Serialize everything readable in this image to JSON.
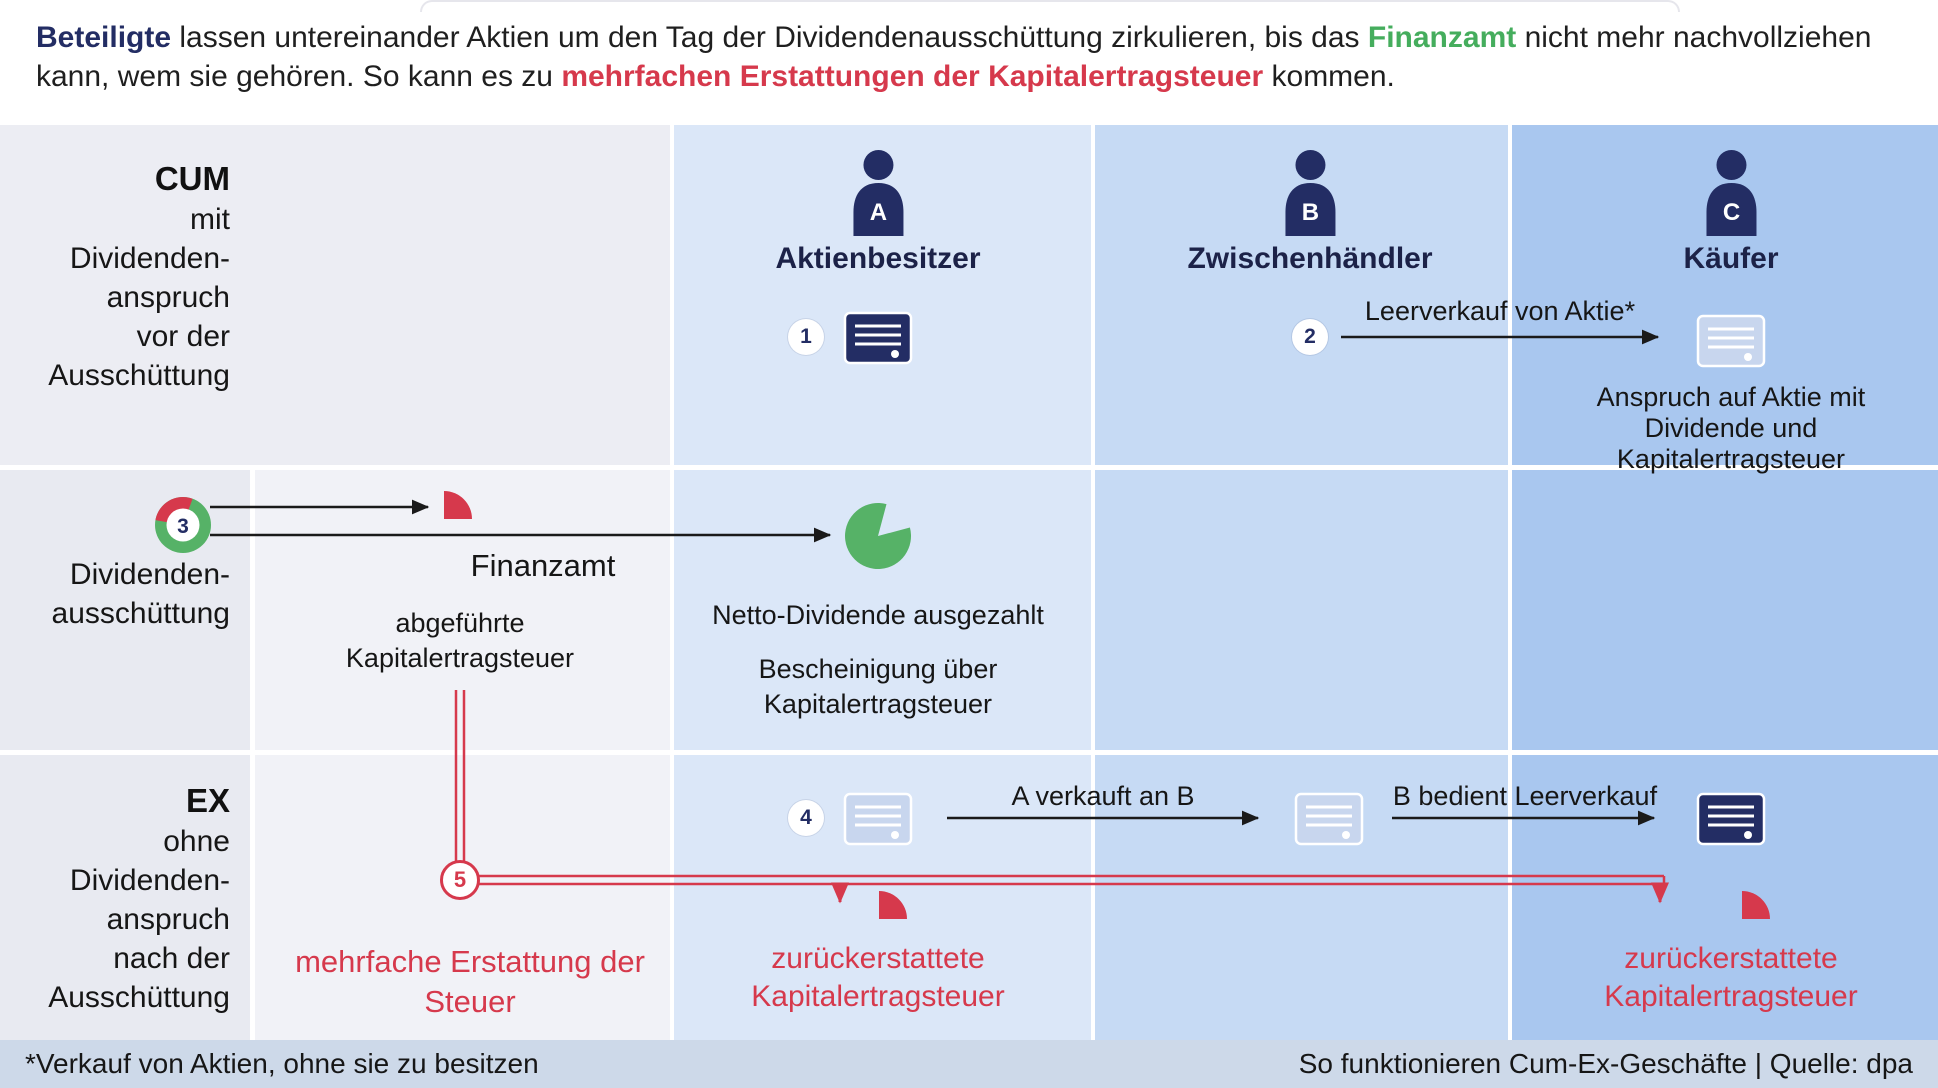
{
  "intro": {
    "beteiligte": "Beteiligte",
    "text1": " lassen untereinander Aktien um den Tag der Dividendenausschüttung zirkulieren, bis das ",
    "finanzamt": "Finanzamt",
    "text2": " nicht mehr nachvollziehen kann, wem sie gehören. So kann es zu ",
    "highlight_red": "mehrfachen Erstattungen der Kapitalertragsteuer",
    "text3": " kommen."
  },
  "row_cum": {
    "title": "CUM",
    "lines": [
      "mit",
      "Dividenden-",
      "anspruch",
      "vor der",
      "Ausschüttung"
    ]
  },
  "row_div": {
    "lines": [
      "Dividenden-",
      "ausschüttung"
    ]
  },
  "row_ex": {
    "title": "EX",
    "lines": [
      "ohne",
      "Dividenden-",
      "anspruch",
      "nach der",
      "Ausschüttung"
    ]
  },
  "actors": [
    {
      "letter": "A",
      "name": "Aktienbesitzer"
    },
    {
      "letter": "B",
      "name": "Zwischenhändler"
    },
    {
      "letter": "C",
      "name": "Käufer"
    }
  ],
  "steps": {
    "step1": "1",
    "step2": "2",
    "step3": "3",
    "step4": "4",
    "step5": "5"
  },
  "labels": {
    "leerverkauf": "Leerverkauf von Aktie*",
    "anspruch": "Anspruch auf Aktie mit Dividende und Kapitalertragsteuer",
    "finanzamt": "Finanzamt",
    "abgefuehrt": "abgeführte Kapitalertragsteuer",
    "netto": "Netto-Dividende ausgezahlt",
    "bescheinigung": "Bescheinigung über Kapitalertragsteuer",
    "verkauf_ab": "A verkauft an B",
    "leerverkauf_b": "B bedient Leerverkauf",
    "mehrfach": "mehrfache Erstattung der Steuer",
    "zurueck_a": "zurückerstattete Kapitalertragsteuer",
    "zurueck_c": "zurückerstattete Kapitalertragsteuer"
  },
  "footer": {
    "note": "*Verkauf von Aktien, ohne sie zu besitzen",
    "source": "So funktionieren Cum-Ex-Geschäfte | Quelle: dpa"
  },
  "colors": {
    "navy": "#232d64",
    "green": "#56b267",
    "red": "#d6394c",
    "col_a_bg": "#dbe7f8",
    "col_b_bg": "#c6daf4",
    "col_c_bg": "#a9c7ef",
    "footer_bg": "#cdd9e9"
  }
}
